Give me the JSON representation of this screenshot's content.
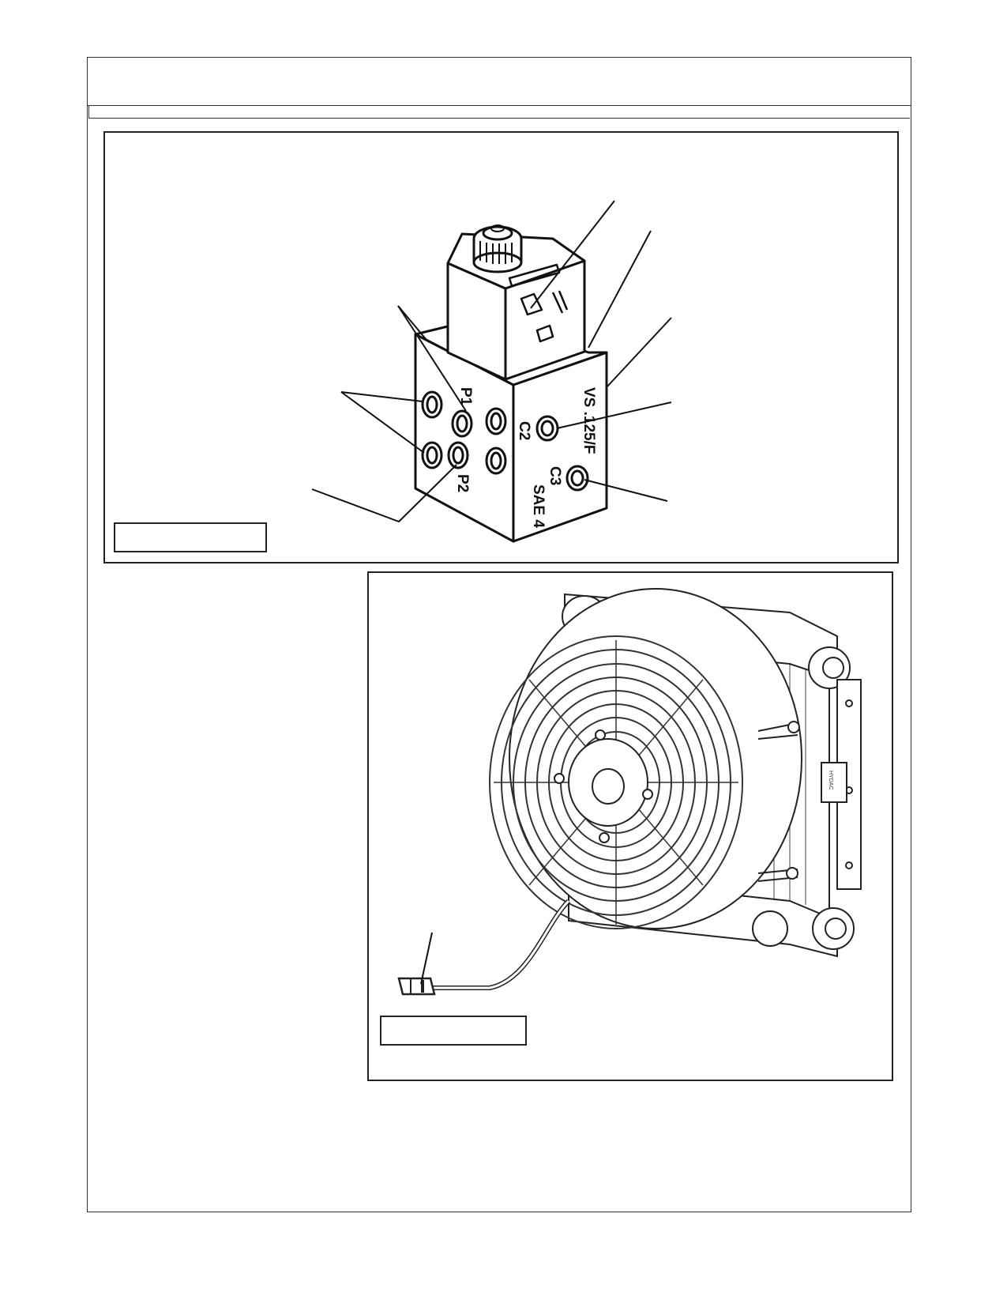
{
  "valve_figure": {
    "labels": {
      "p1": "P1",
      "p2": "P2",
      "c2": "C2",
      "c3": "C3",
      "model": "VS .125/F",
      "thread": "SAE 4"
    },
    "caption": ""
  },
  "cooler_figure": {
    "labels": {
      "brand": "HYDAC"
    },
    "caption": ""
  }
}
